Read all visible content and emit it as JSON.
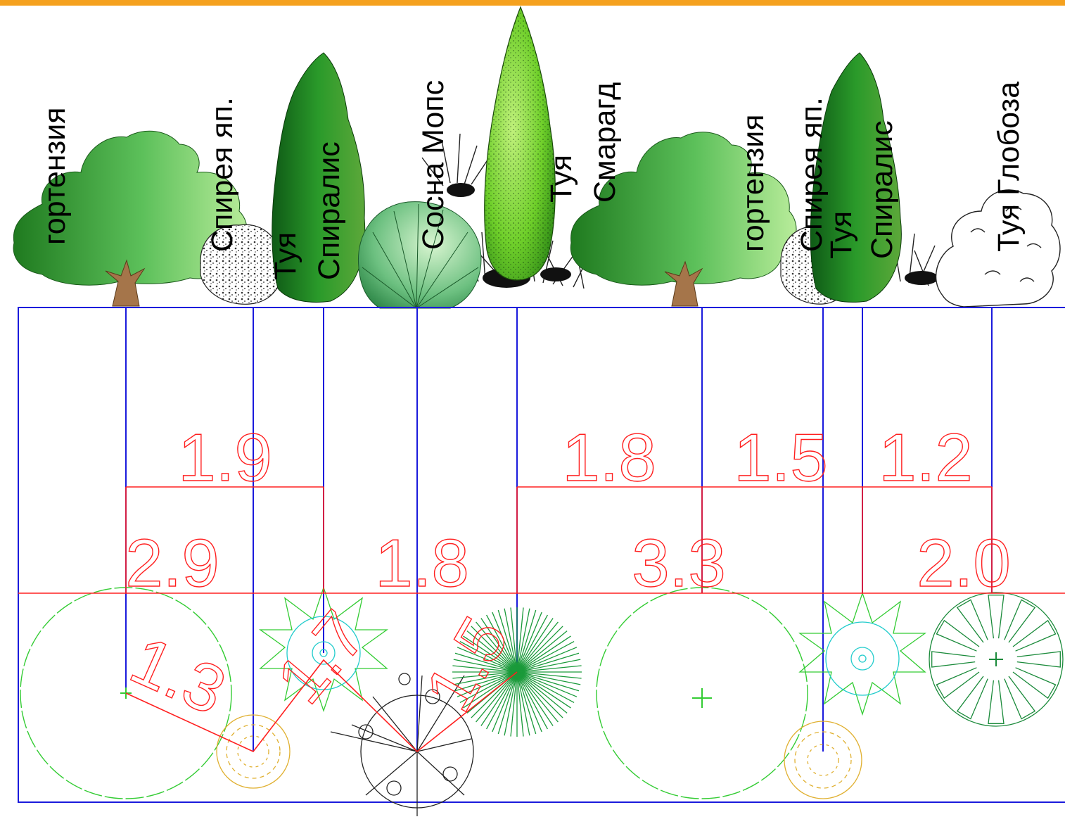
{
  "colors": {
    "top_bar": "#f5a11e",
    "guide_line": "#1a1adc",
    "dimension": "#ff2020",
    "shrub_outline": "#33cc33",
    "thuja_outline": "#22cccc",
    "spiraea_outline": "#e0b030",
    "pine_outline": "#222222",
    "smaragd_outline": "#1a9a3a",
    "globosa_outline": "#1a8a3a",
    "foliage_dark": "#1f7a1f",
    "foliage_light": "#9be07a"
  },
  "elevation_labels": [
    {
      "id": "hortensia-1",
      "lines": [
        "гортензия"
      ]
    },
    {
      "id": "spiraea-1",
      "lines": [
        "Спирея яп."
      ]
    },
    {
      "id": "thuja-spiralis-1",
      "lines": [
        "Туя",
        "Спиралис"
      ]
    },
    {
      "id": "pine-mops",
      "lines": [
        "Сосна Мопс"
      ]
    },
    {
      "id": "thuja-smaragd",
      "lines": [
        "Туя",
        "Смарагд"
      ]
    },
    {
      "id": "hortensia-2",
      "lines": [
        "гортензия"
      ]
    },
    {
      "id": "spiraea-2",
      "lines": [
        "Спирея яп."
      ]
    },
    {
      "id": "thuja-spiralis-2",
      "lines": [
        "Туя",
        "Спиралис"
      ]
    },
    {
      "id": "thuja-globosa",
      "lines": [
        "Туя Глобоза"
      ]
    }
  ],
  "dimensions": {
    "upper_row": [
      "1.9",
      "1.8",
      "1.5",
      "1.2"
    ],
    "lower_row": [
      "2.9",
      "1.8",
      "3.3",
      "2.0"
    ],
    "diagonal": [
      "1.3",
      "1.7",
      "1.5"
    ]
  }
}
